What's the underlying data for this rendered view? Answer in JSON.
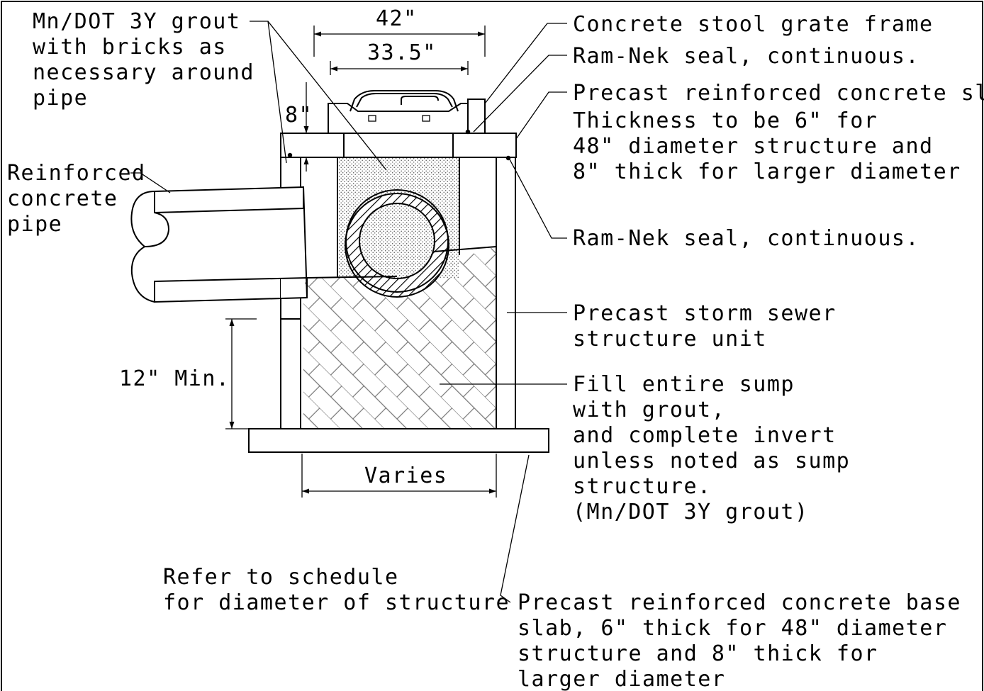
{
  "dimensions": {
    "frame_width": "42\"",
    "grate_width": "33.5\"",
    "slab_thickness": "8\"",
    "sump_min": "12\" Min.",
    "base_width": "Varies"
  },
  "labels": {
    "grout_bricks": [
      "Mn/DOT 3Y grout",
      "with bricks as",
      "necessary around",
      "pipe"
    ],
    "pipe": [
      "Reinforced",
      "concrete",
      "pipe"
    ],
    "frame": [
      "Concrete stool grate frame"
    ],
    "seal_top": [
      "Ram-Nek seal, continuous."
    ],
    "top_slab": [
      "Precast reinforced concrete slab",
      "Thickness to be 6\" for",
      "48\" diameter structure and",
      "8\" thick for larger diameter"
    ],
    "seal_side": [
      "Ram-Nek seal, continuous."
    ],
    "structure_unit": [
      "Precast storm sewer",
      "structure unit"
    ],
    "fill": [
      "Fill entire sump",
      "with grout,",
      "and complete invert",
      "unless noted as sump",
      "structure.",
      "(Mn/DOT 3Y grout)"
    ],
    "schedule": [
      "Refer to schedule",
      "for diameter of structure"
    ],
    "base_slab": [
      "Precast reinforced concrete base",
      "slab, 6\" thick for 48\" diameter",
      "structure and 8\" thick for",
      "larger diameter"
    ]
  },
  "colors": {
    "line": "#000000",
    "stipple": "#555555",
    "background": "#ffffff"
  }
}
